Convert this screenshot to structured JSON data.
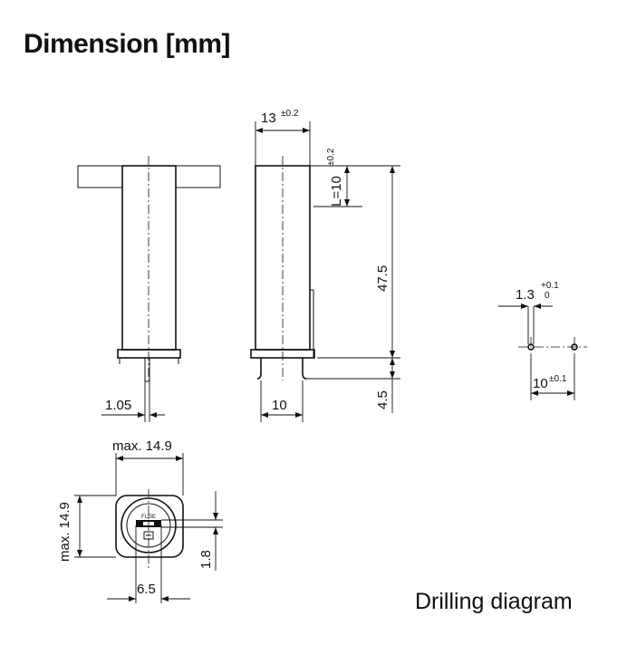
{
  "page": {
    "title": "Dimension [mm]",
    "drilling_caption": "Drilling diagram"
  },
  "dimensions": {
    "width_13": "13",
    "width_13_tol": "±0.2",
    "l_10": "L=10",
    "l_10_tol": "±0.2",
    "height_47_5": "47.5",
    "pin_offset_4_5": "4.5",
    "pin_width_1_05": "1.05",
    "pin_spacing_10": "10",
    "max_width": "max. 14.9",
    "max_height": "max. 14.9",
    "cap_6_5": "6.5",
    "cap_1_8": "1.8",
    "hole_1_3": "1.3",
    "hole_1_3_tol_upper": "+0.1",
    "hole_1_3_tol_lower": "0",
    "hole_spacing_10": "10",
    "hole_spacing_tol": "±0.1"
  },
  "cap_markings": {
    "fuse": "FUSE"
  }
}
